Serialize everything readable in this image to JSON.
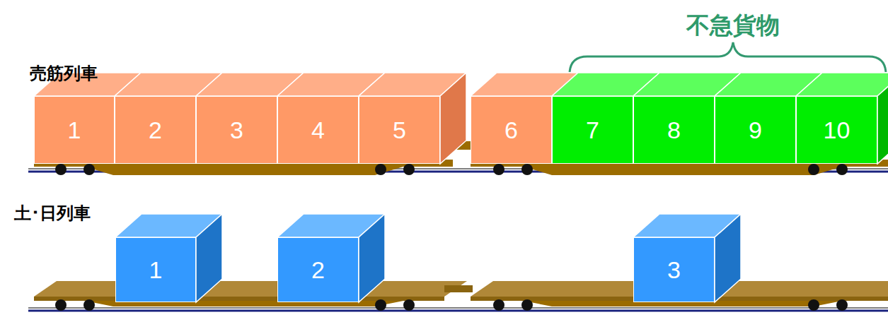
{
  "diagram": {
    "nodes": [
      {
        "text": [
          "1"
        ]
      },
      {
        "text": [
          "2"
        ]
      },
      {
        "text": [
          "3"
        ]
      },
      {
        "text": [
          "4"
        ]
      },
      {
        "text": [
          "5"
        ]
      },
      {
        "text": [
          "6"
        ]
      },
      {
        "text": [
          "7"
        ]
      },
      {
        "text": [
          "8"
        ]
      },
      {
        "text": [
          "9"
        ]
      },
      {
        "text": [
          "10"
        ]
      },
      {
        "text": [
          "1"
        ]
      },
      {
        "text": [
          "2"
        ]
      },
      {
        "text": [
          "3"
        ]
      }
    ],
    "labels": [
      "不急貨物",
      "売筋列車",
      "土･日列車"
    ]
  }
}
